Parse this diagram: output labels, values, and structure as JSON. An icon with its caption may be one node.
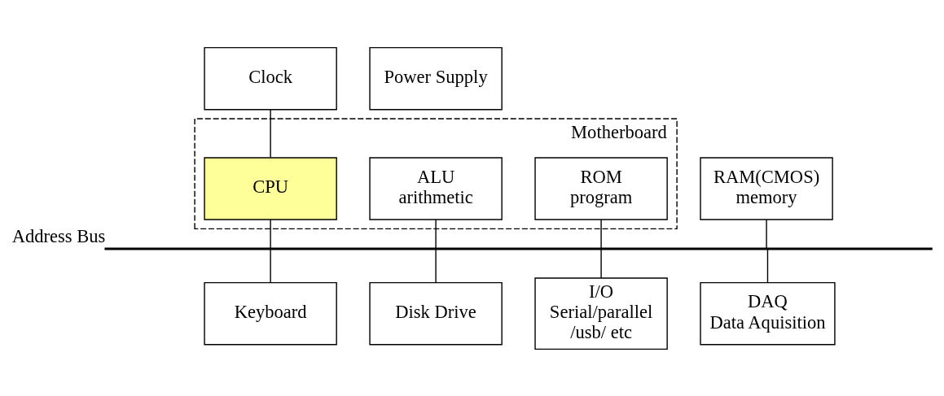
{
  "diagram": {
    "nodes": [
      {
        "text": [
          "Clock"
        ]
      },
      {
        "text": [
          "Power Supply"
        ]
      },
      {
        "text": [
          "Motherboard"
        ]
      },
      {
        "text": [
          "CPU"
        ],
        "in": 2
      },
      {
        "text": [
          "ALU arithmetic"
        ],
        "in": 2
      },
      {
        "text": [
          "ROM program"
        ],
        "in": 2
      },
      {
        "text": [
          "RAM(CMOS) memory"
        ]
      },
      {
        "text": [],
        "shape": "bar",
        "beside": [
          "Address Bus"
        ]
      },
      {
        "text": [
          "Keyboard"
        ]
      },
      {
        "text": [
          "Disk Drive"
        ]
      },
      {
        "text": [
          "I/O Serial/parallel /usb/ etc"
        ]
      },
      {
        "text": [
          "DAQ Data Aquisition"
        ]
      }
    ],
    "edges": [
      {
        "from": 0,
        "to": 3,
        "arrow": "none"
      },
      {
        "from": 3,
        "to": 7,
        "arrow": "none"
      },
      {
        "from": 4,
        "to": 7,
        "arrow": "none"
      },
      {
        "from": 5,
        "to": 7,
        "arrow": "none"
      },
      {
        "from": 6,
        "to": 7,
        "arrow": "none"
      },
      {
        "from": 7,
        "to": 8,
        "arrow": "none"
      },
      {
        "from": 7,
        "to": 9,
        "arrow": "none"
      },
      {
        "from": 7,
        "to": 10,
        "arrow": "none"
      },
      {
        "from": 7,
        "to": 11,
        "arrow": "none"
      }
    ]
  }
}
